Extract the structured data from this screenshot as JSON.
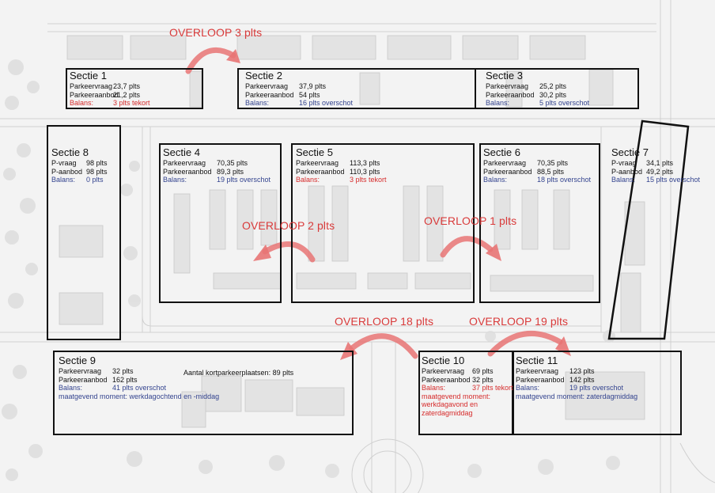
{
  "sections": [
    {
      "id": "s1",
      "title": "Sectie 1",
      "rows": [
        {
          "label": "Parkeervraag",
          "value": "23,7 plts",
          "color": "dark"
        },
        {
          "label": "Parkeeraanbod",
          "value": "21,2 plts",
          "color": "dark"
        },
        {
          "label": "Balans:",
          "value": "3 plts tekort",
          "color": "red"
        }
      ]
    },
    {
      "id": "s2",
      "title": "Sectie 2",
      "rows": [
        {
          "label": "Parkeervraag",
          "value": "37,9 plts",
          "color": "dark"
        },
        {
          "label": "Parkeeraanbod",
          "value": "54   plts",
          "color": "dark"
        },
        {
          "label": "Balans:",
          "value": "16 plts overschot",
          "color": "blue"
        }
      ]
    },
    {
      "id": "s3",
      "title": "Sectie 3",
      "rows": [
        {
          "label": "Parkeervraag",
          "value": "25,2 plts",
          "color": "dark"
        },
        {
          "label": "Parkeeraanbod",
          "value": "30,2 plts",
          "color": "dark"
        },
        {
          "label": "Balans:",
          "value": "5 plts overschot",
          "color": "blue"
        }
      ]
    },
    {
      "id": "s4",
      "title": "Sectie 4",
      "rows": [
        {
          "label": "Parkeervraag",
          "value": "70,35 plts",
          "color": "dark"
        },
        {
          "label": "Parkeeraanbod",
          "value": "89,3 plts",
          "color": "dark"
        },
        {
          "label": "Balans:",
          "value": "19 plts overschot",
          "color": "blue"
        }
      ]
    },
    {
      "id": "s5",
      "title": "Sectie 5",
      "rows": [
        {
          "label": "Parkeervraag",
          "value": "113,3 plts",
          "color": "dark"
        },
        {
          "label": "Parkeeraanbod",
          "value": "110,3 plts",
          "color": "dark"
        },
        {
          "label": "Balans:",
          "value": "3 plts tekort",
          "color": "red"
        }
      ]
    },
    {
      "id": "s6",
      "title": "Sectie 6",
      "rows": [
        {
          "label": "Parkeervraag",
          "value": "70,35 plts",
          "color": "dark"
        },
        {
          "label": "Parkeeraanbod",
          "value": "88,5 plts",
          "color": "dark"
        },
        {
          "label": "Balans:",
          "value": "18 plts overschot",
          "color": "blue"
        }
      ]
    },
    {
      "id": "s7",
      "title": "Sectie 7",
      "rows": [
        {
          "label": "P-vraag",
          "value": "34,1 plts",
          "color": "dark"
        },
        {
          "label": "P-aanbod",
          "value": "49,2 plts",
          "color": "dark"
        },
        {
          "label": "Balans:",
          "value": "15 plts overschot",
          "color": "blue"
        }
      ]
    },
    {
      "id": "s8",
      "title": "Sectie 8",
      "rows": [
        {
          "label": "P-vraag",
          "value": "98 plts",
          "color": "dark"
        },
        {
          "label": "P-aanbod",
          "value": "98 plts",
          "color": "dark"
        },
        {
          "label": "Balans:",
          "value": "0 plts",
          "color": "blue"
        }
      ]
    },
    {
      "id": "s9",
      "title": "Sectie 9",
      "rows": [
        {
          "label": "Parkeervraag",
          "value": "32 plts",
          "color": "dark"
        },
        {
          "label": "Parkeeraanbod",
          "value": "162 plts",
          "color": "dark"
        },
        {
          "label": "Balans:",
          "value": "41 plts overschot",
          "color": "blue"
        }
      ],
      "extra": [
        "maatgevend moment: werkdagochtend  en -middag"
      ],
      "extra_color": "blue"
    },
    {
      "id": "s10",
      "title": "Sectie 10",
      "rows": [
        {
          "label": "Parkeervraag",
          "value": "69 plts",
          "color": "dark"
        },
        {
          "label": "Parkeeraanbod",
          "value": "32 plts",
          "color": "dark"
        },
        {
          "label": "Balans:",
          "value": "37 plts tekort",
          "color": "red"
        }
      ],
      "extra": [
        "maatgevend moment:",
        "werkdagavond en",
        "zaterdagmiddag"
      ],
      "extra_color": "red"
    },
    {
      "id": "s11",
      "title": "Sectie 11",
      "rows": [
        {
          "label": "Parkeervraag",
          "value": "123 plts",
          "color": "dark"
        },
        {
          "label": "Parkeeraanbod",
          "value": "142 plts",
          "color": "dark"
        },
        {
          "label": "Balans:",
          "value": "19 plts overschot",
          "color": "blue"
        }
      ],
      "extra": [
        "maatgevend moment: zaterdagmiddag"
      ],
      "extra_color": "blue"
    }
  ],
  "overloops": [
    {
      "id": "o3",
      "label": "OVERLOOP 3 plts"
    },
    {
      "id": "o2",
      "label": "OVERLOOP 2 plts"
    },
    {
      "id": "o1",
      "label": "OVERLOOP 1 plts"
    },
    {
      "id": "o18",
      "label": "OVERLOOP 18 plts"
    },
    {
      "id": "o19",
      "label": "OVERLOOP 19 plts"
    }
  ],
  "kortparkeer_label": "Aantal kortparkeerplaatsen: 89 plts",
  "colors": {
    "red": "#d62c2c",
    "blue": "#34448f",
    "dark": "#111111",
    "arrow": "#e87474"
  }
}
